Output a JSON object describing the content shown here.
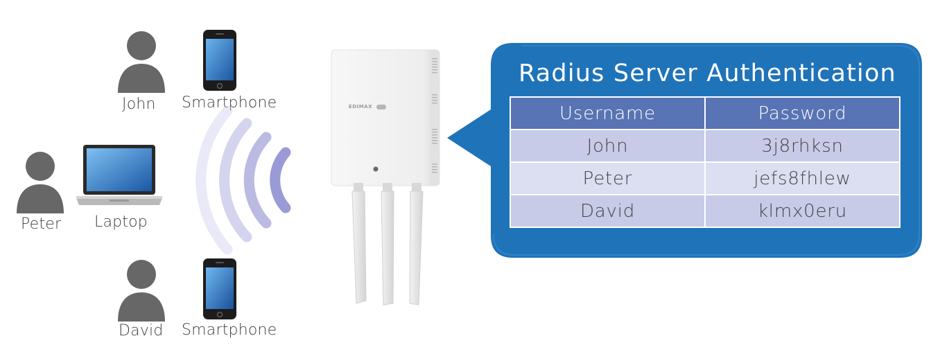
{
  "devices": [
    {
      "user": "John",
      "device": "Smartphone"
    },
    {
      "user": "Peter",
      "device": "Laptop"
    },
    {
      "user": "David",
      "device": "Smartphone"
    }
  ],
  "access_point": {
    "brand": "EDIMAX"
  },
  "callout": {
    "title": "Radius Server Authentication",
    "headers": {
      "username": "Username",
      "password": "Password"
    },
    "rows": [
      {
        "username": "John",
        "password": "3j8rhksn"
      },
      {
        "username": "Peter",
        "password": "jefs8fhlew"
      },
      {
        "username": "David",
        "password": "klmx0eru"
      }
    ]
  },
  "colors": {
    "callout_blue": "#1e72b8",
    "header_row": "#5874b4",
    "row_light": "#dcdff1",
    "row_mid": "#c7cbe8",
    "wave": "#8f8fcf",
    "person": "#666666"
  }
}
